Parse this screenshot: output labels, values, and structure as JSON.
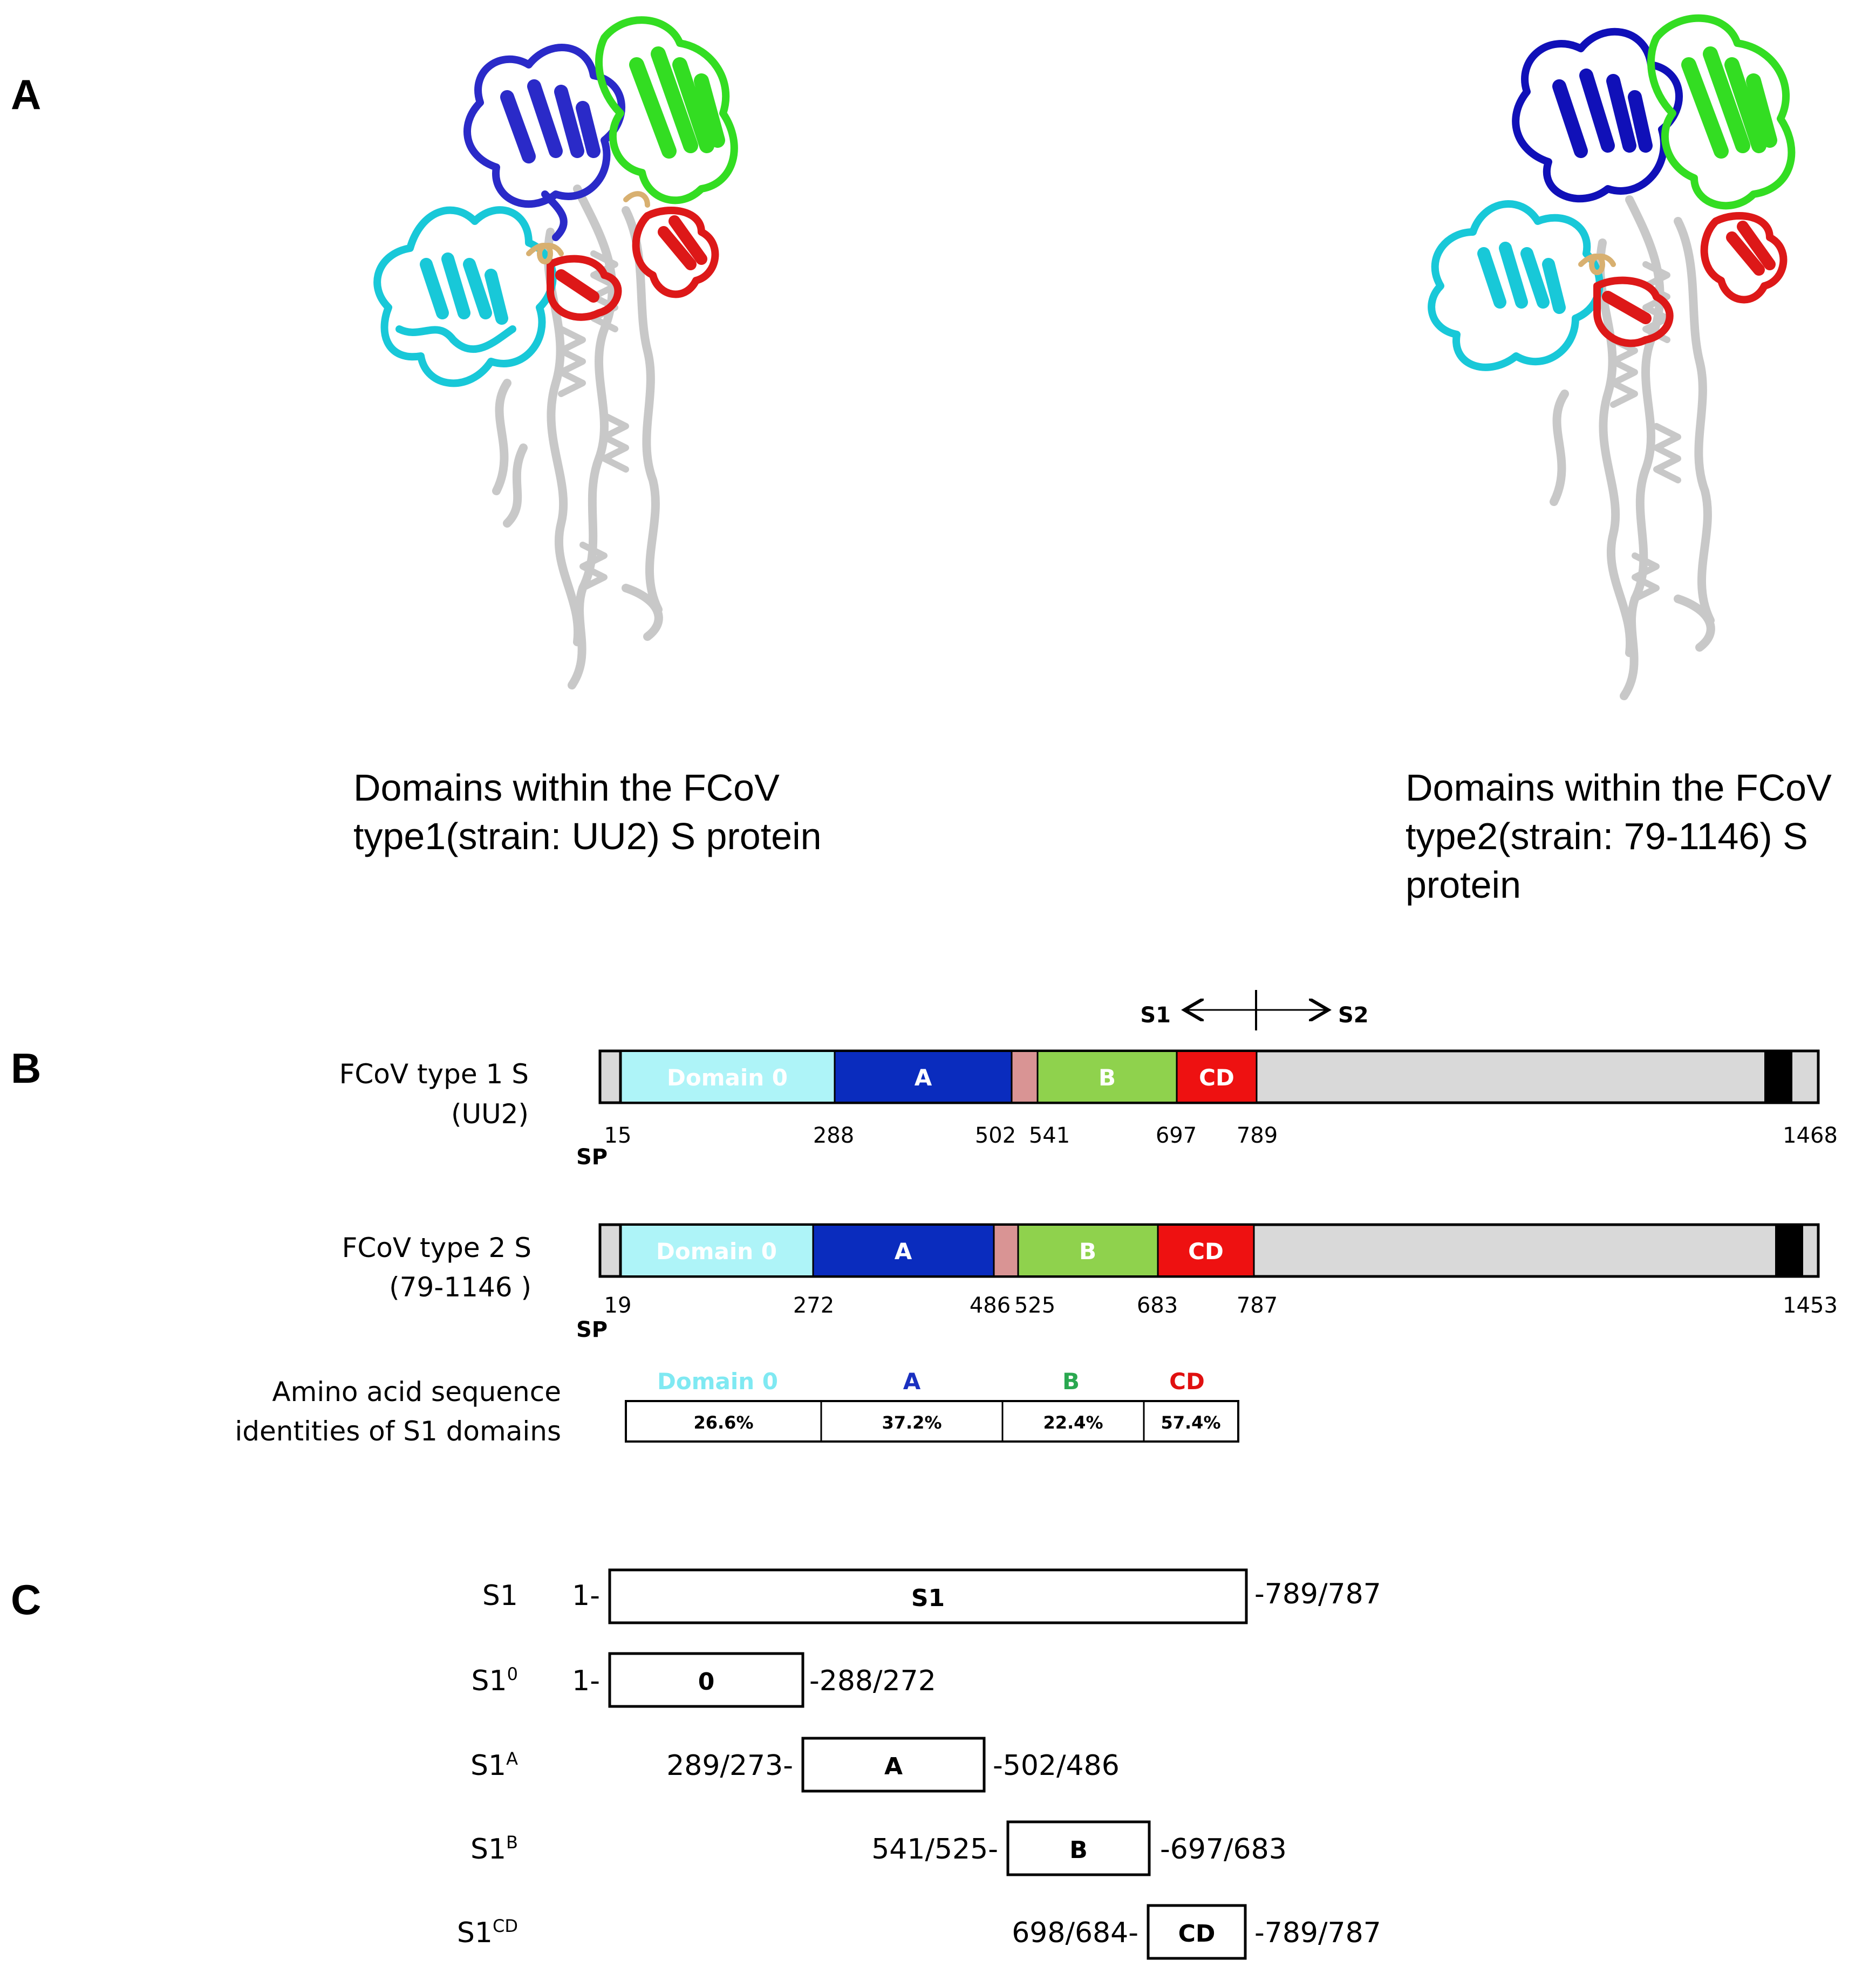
{
  "panels": {
    "a": "A",
    "b": "B",
    "c": "C"
  },
  "panel_a": {
    "caption_left": [
      "Domains within the FCoV",
      "type1(strain: UU2) S protein"
    ],
    "caption_right": [
      "Domains within the FCoV",
      "type2(strain: 79-1146)  S",
      "protein"
    ]
  },
  "colors": {
    "domain0": "#aef4f8",
    "domainA": "#0a2cbe",
    "linker": "#d99494",
    "domainB": "#8fd24d",
    "domainCD": "#ee1111",
    "s2": "#d9d9d9",
    "tm": "#000000",
    "label0": "#7fe9f2",
    "labelA": "#1a30c0",
    "labelB": "#2aa850",
    "labelCD": "#e01010",
    "struct_blue": "#2a2ac8",
    "struct_green": "#33dd22",
    "struct_cyan": "#18c8d8",
    "struct_red": "#dd1818",
    "struct_grey": "#c8c8c8",
    "struct_gold": "#d8b070"
  },
  "panel_b": {
    "cleavage": {
      "left": "S1",
      "right": "S2"
    },
    "domain_labels": {
      "d0": "Domain 0",
      "a": "A",
      "b": "B",
      "cd": "CD"
    },
    "type1": {
      "name_line1": "FCoV type 1 S",
      "name_line2": "(UU2)",
      "sp": "SP",
      "positions": [
        "15",
        "288",
        "502",
        "541",
        "697",
        "789",
        "1468"
      ]
    },
    "type2": {
      "name_line1": "FCoV type 2 S",
      "name_line2": "(79-1146 )",
      "sp": "SP",
      "positions": [
        "19",
        "272",
        "486",
        "525",
        "683",
        "787",
        "1453"
      ]
    },
    "identity": {
      "label_line1": "Amino acid sequence",
      "label_line2": "identities of S1 domains",
      "headers": [
        "Domain 0",
        "A",
        "B",
        "CD"
      ],
      "values": [
        "26.6%",
        "37.2%",
        "22.4%",
        "57.4%"
      ]
    }
  },
  "panel_c": {
    "rows": [
      {
        "name": "S1",
        "sup": "",
        "start": "1-",
        "box": "S1",
        "end": "-789/787"
      },
      {
        "name": "S1",
        "sup": "0",
        "start": "1-",
        "box": "0",
        "end": "-288/272"
      },
      {
        "name": "S1",
        "sup": "A",
        "start": "289/273-",
        "box": "A",
        "end": "-502/486"
      },
      {
        "name": "S1",
        "sup": "B",
        "start": "541/525-",
        "box": "B",
        "end": "-697/683"
      },
      {
        "name": "S1",
        "sup": "CD",
        "start": "698/684-",
        "box": "CD",
        "end": "-789/787"
      }
    ]
  }
}
